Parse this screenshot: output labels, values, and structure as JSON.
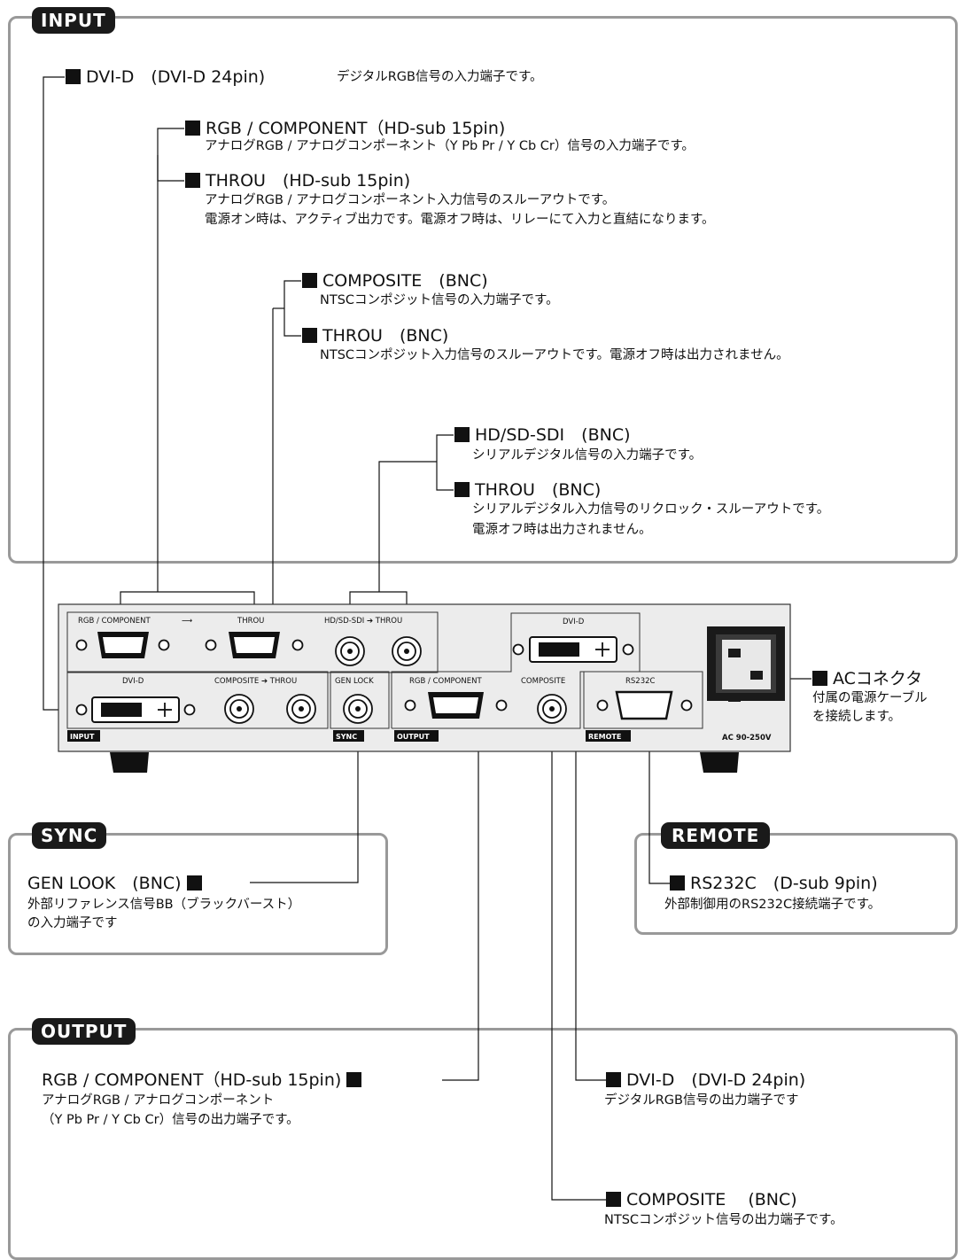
{
  "input": {
    "tag": "INPUT",
    "dvi": {
      "title": "DVI-D　(DVI-D 24pin)",
      "desc": "デジタルRGB信号の入力端子です。"
    },
    "rgb": {
      "title": "RGB / COMPONENT（HD-sub 15pin)",
      "desc": "アナログRGB / アナログコンポーネント（Y Pb Pr / Y Cb Cr）信号の入力端子です。"
    },
    "rgb_throu": {
      "title": "THROU　(HD-sub 15pin)",
      "desc1": "アナログRGB / アナログコンポーネント入力信号のスルーアウトです。",
      "desc2": "電源オン時は、アクティブ出力です。電源オフ時は、リレーにて入力と直結になります。"
    },
    "comp": {
      "title": "COMPOSITE　(BNC)",
      "desc": "NTSCコンポジット信号の入力端子です。"
    },
    "comp_throu": {
      "title": "THROU　(BNC)",
      "desc": "NTSCコンポジット入力信号のスルーアウトです。電源オフ時は出力されません。"
    },
    "sdi": {
      "title": "HD/SD-SDI　(BNC)",
      "desc": "シリアルデジタル信号の入力端子です。"
    },
    "sdi_throu": {
      "title": "THROU　(BNC)",
      "desc1": "シリアルデジタル入力信号のリクロック・スルーアウトです。",
      "desc2": "電源オフ時は出力されません。"
    }
  },
  "ac": {
    "title": "ACコネクタ",
    "desc1": "付属の電源ケーブル",
    "desc2": "を接続します。"
  },
  "sync": {
    "tag": "SYNC",
    "title": "GEN LOOK　(BNC)",
    "desc1": "外部リファレンス信号BB（ブラックバースト）",
    "desc2": "の入力端子です"
  },
  "remote": {
    "tag": "REMOTE",
    "title": "RS232C　(D-sub  9pin)",
    "desc": "外部制御用のRS232C接続端子です。"
  },
  "output": {
    "tag": "OUTPUT",
    "rgb": {
      "title": "RGB / COMPONENT（HD-sub 15pin)",
      "desc1": "アナログRGB / アナログコンポーネント",
      "desc2": "（Y Pb Pr / Y Cb Cr）信号の出力端子です。"
    },
    "dvi": {
      "title": "DVI-D　(DVI-D 24pin)",
      "desc": "デジタルRGB信号の出力端子です"
    },
    "comp": {
      "title": "COMPOSITE　 (BNC)",
      "desc": "NTSCコンポジット信号の出力端子です。"
    }
  },
  "panel": {
    "rgb_component": "RGB / COMPONENT",
    "arrow": "⟶",
    "throu": "THROU",
    "sdi_throu": "HD/SD-SDI ➔ THROU",
    "dvi_top": "DVI-D",
    "dvi_in": "DVI-D",
    "comp_throu": "COMPOSITE ➔ THROU",
    "gen_lock": "GEN LOCK",
    "out_rgb": "RGB / COMPONENT",
    "out_comp": "COMPOSITE",
    "rs232c": "RS232C",
    "badge_input": "INPUT",
    "badge_sync": "SYNC",
    "badge_output": "OUTPUT",
    "badge_remote": "REMOTE",
    "ac_rating": "AC 90-250V"
  }
}
